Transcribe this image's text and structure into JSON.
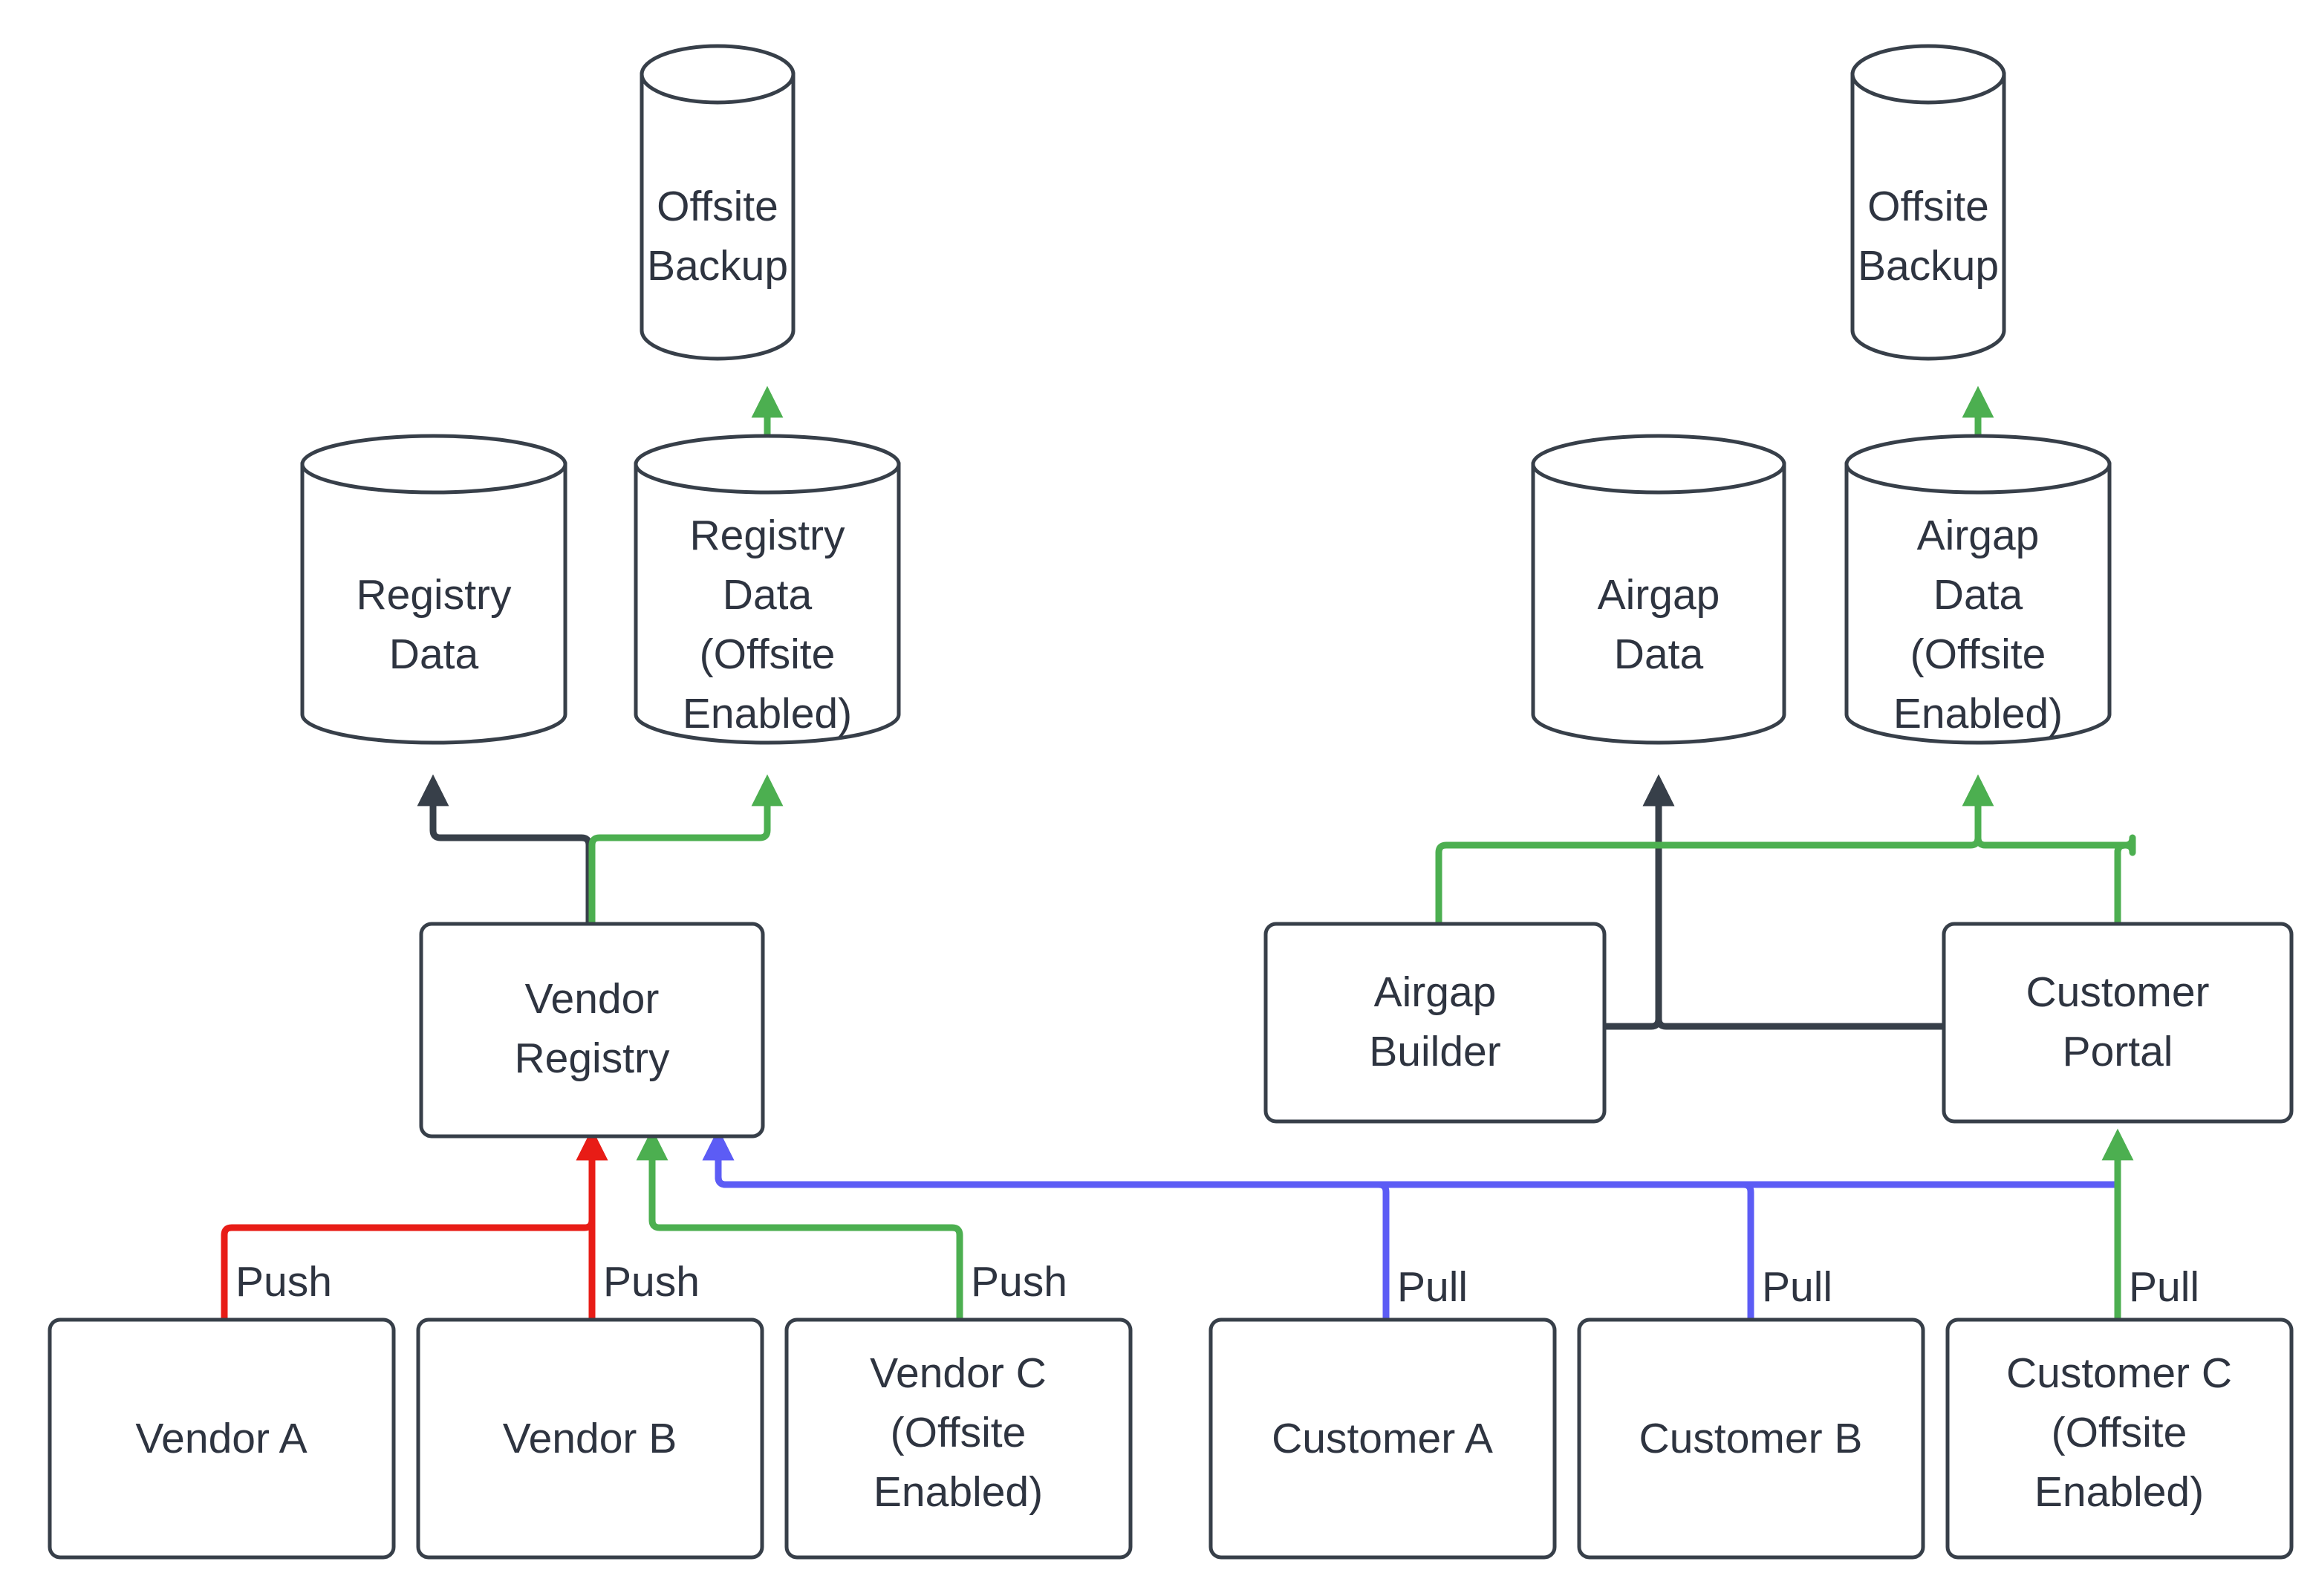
{
  "diagram": {
    "type": "flowchart",
    "title": "Vendor Registry and Customer Portal Offsite Backup Data Flow",
    "colors": {
      "stroke_dark": "#373F49",
      "text": "#2E3440",
      "green": "#4CAF50",
      "red": "#E81C16",
      "blue": "#5C5CF5",
      "background": "#FFFFFF"
    },
    "nodes": {
      "offsite_backup_left": {
        "label_lines": [
          "Offsite",
          "Backup"
        ],
        "shape": "cylinder"
      },
      "offsite_backup_right": {
        "label_lines": [
          "Offsite",
          "Backup"
        ],
        "shape": "cylinder"
      },
      "registry_data": {
        "label_lines": [
          "Registry",
          "Data"
        ],
        "shape": "cylinder"
      },
      "registry_data_offsite": {
        "label_lines": [
          "Registry",
          "Data",
          "(Offsite",
          "Enabled)"
        ],
        "shape": "cylinder"
      },
      "airgap_data": {
        "label_lines": [
          "Airgap",
          "Data"
        ],
        "shape": "cylinder"
      },
      "airgap_data_offsite": {
        "label_lines": [
          "Airgap",
          "Data",
          "(Offsite",
          "Enabled)"
        ],
        "shape": "cylinder"
      },
      "vendor_registry": {
        "label_lines": [
          "Vendor",
          "Registry"
        ],
        "shape": "rect"
      },
      "airgap_builder": {
        "label_lines": [
          "Airgap",
          "Builder"
        ],
        "shape": "rect"
      },
      "customer_portal": {
        "label_lines": [
          "Customer",
          "Portal"
        ],
        "shape": "rect"
      },
      "vendor_a": {
        "label_lines": [
          "Vendor A"
        ],
        "shape": "rect"
      },
      "vendor_b": {
        "label_lines": [
          "Vendor B"
        ],
        "shape": "rect"
      },
      "vendor_c": {
        "label_lines": [
          "Vendor C",
          "(Offsite",
          "Enabled)"
        ],
        "shape": "rect"
      },
      "customer_a": {
        "label_lines": [
          "Customer A"
        ],
        "shape": "rect"
      },
      "customer_b": {
        "label_lines": [
          "Customer B"
        ],
        "shape": "rect"
      },
      "customer_c": {
        "label_lines": [
          "Customer C",
          "(Offsite",
          "Enabled)"
        ],
        "shape": "rect"
      }
    },
    "edge_labels": {
      "vendor_a_push": "Push",
      "vendor_b_push": "Push",
      "vendor_c_push": "Push",
      "customer_a_pull": "Pull",
      "customer_b_pull": "Pull",
      "customer_c_pull": "Pull"
    },
    "edges": [
      {
        "from": "registry_data_offsite",
        "to": "offsite_backup_left",
        "color": "green",
        "label": ""
      },
      {
        "from": "airgap_data_offsite",
        "to": "offsite_backup_right",
        "color": "green",
        "label": ""
      },
      {
        "from": "vendor_registry",
        "to": "registry_data",
        "color": "dark",
        "label": ""
      },
      {
        "from": "vendor_registry",
        "to": "registry_data_offsite",
        "color": "green",
        "label": ""
      },
      {
        "from": "customer_portal",
        "to": "airgap_data",
        "color": "dark",
        "label": ""
      },
      {
        "from": "airgap_builder",
        "to": "airgap_data",
        "color": "dark",
        "label": ""
      },
      {
        "from": "airgap_builder",
        "to": "airgap_data_offsite",
        "color": "green",
        "label": ""
      },
      {
        "from": "customer_portal",
        "to": "airgap_data_offsite",
        "color": "green",
        "label": ""
      },
      {
        "from": "vendor_a",
        "to": "vendor_registry",
        "color": "red",
        "label": "Push"
      },
      {
        "from": "vendor_b",
        "to": "vendor_registry",
        "color": "red",
        "label": "Push"
      },
      {
        "from": "vendor_c",
        "to": "vendor_registry",
        "color": "green",
        "label": "Push"
      },
      {
        "from": "customer_a",
        "to": "vendor_registry",
        "color": "blue",
        "label": "Pull"
      },
      {
        "from": "customer_b",
        "to": "vendor_registry",
        "color": "blue",
        "label": "Pull"
      },
      {
        "from": "customer_c",
        "to": "customer_portal",
        "color": "green",
        "label": "Pull"
      }
    ]
  }
}
